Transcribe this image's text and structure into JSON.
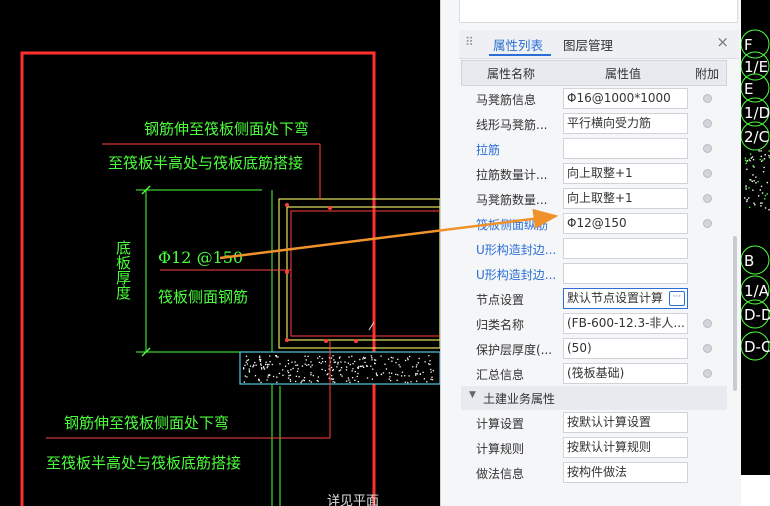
{
  "cad": {
    "note_top_line1": "钢筋伸至筏板侧面处下弯",
    "note_top_line2": "至筏板半高处与筏板底筋搭接",
    "rebar_label": "Φ12 @150",
    "rebar_name": "筏板侧面钢筋",
    "thickness_label": "底板厚度",
    "note_bottom_line1": "钢筋伸至筏板侧面处下弯",
    "note_bottom_line2": "至筏板半高处与筏板底筋搭接",
    "bottom_partial": "详见平面",
    "colors": {
      "background": "#000000",
      "text": "#4cff3c",
      "outline": "#ff3030",
      "arrow": "#f0922c"
    }
  },
  "panel": {
    "tabs": [
      {
        "label": "属性列表",
        "active": true
      },
      {
        "label": "图层管理",
        "active": false
      }
    ],
    "close_symbol": "×",
    "columns": {
      "name": "属性名称",
      "value": "属性值",
      "extra": "附加"
    },
    "rows": [
      {
        "name": "马凳筋信息",
        "value": "Φ16@1000*1000",
        "blue": false
      },
      {
        "name": "线形马凳筋...",
        "value": "平行横向受力筋",
        "blue": false
      },
      {
        "name": "拉筋",
        "value": "",
        "blue": true
      },
      {
        "name": "拉筋数量计...",
        "value": "向上取整+1",
        "blue": false
      },
      {
        "name": "马凳筋数量...",
        "value": "向上取整+1",
        "blue": false
      },
      {
        "name": "筏板侧面纵筋",
        "value": "Φ12@150",
        "blue": true
      },
      {
        "name": "U形构造封边...",
        "value": "",
        "blue": true
      },
      {
        "name": "U形构造封边...",
        "value": "",
        "blue": true
      },
      {
        "name": "节点设置",
        "value": "默认节点设置计算",
        "blue": false
      },
      {
        "name": "归类名称",
        "value": "(FB-600-12.3-非人...",
        "blue": false
      },
      {
        "name": "保护层厚度(...",
        "value": "(50)",
        "blue": false
      },
      {
        "name": "汇总信息",
        "value": "(筏板基础)",
        "blue": false
      }
    ],
    "section_title": "土建业务属性",
    "section_rows": [
      {
        "name": "计算设置",
        "value": "按默认计算设置"
      },
      {
        "name": "计算规则",
        "value": "按默认计算规则"
      },
      {
        "name": "做法信息",
        "value": "按构件做法"
      }
    ],
    "ellipsis": "···"
  },
  "strip": {
    "labels": [
      "F",
      "1/E",
      "E",
      "1/D",
      "2/C",
      "B",
      "1/A",
      "D-D",
      "D-C"
    ]
  }
}
